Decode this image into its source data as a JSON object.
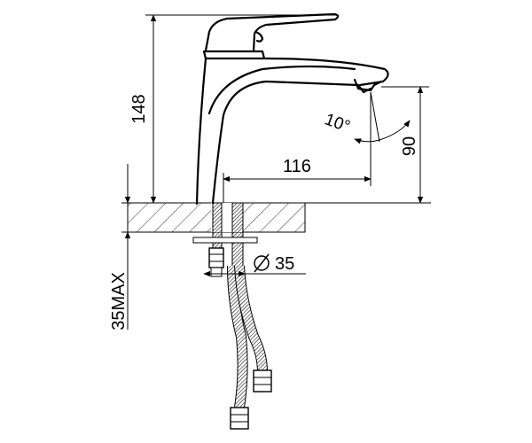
{
  "diagram": {
    "dimensions": {
      "height_total": "148",
      "spout_reach": "116",
      "spout_height": "90",
      "spout_angle": "10°",
      "hole_diameter": "35",
      "max_thickness": "35MAX"
    },
    "colors": {
      "line": "#000000",
      "background": "#ffffff"
    },
    "icons": {
      "diameter_symbol": "diameter-icon"
    }
  }
}
